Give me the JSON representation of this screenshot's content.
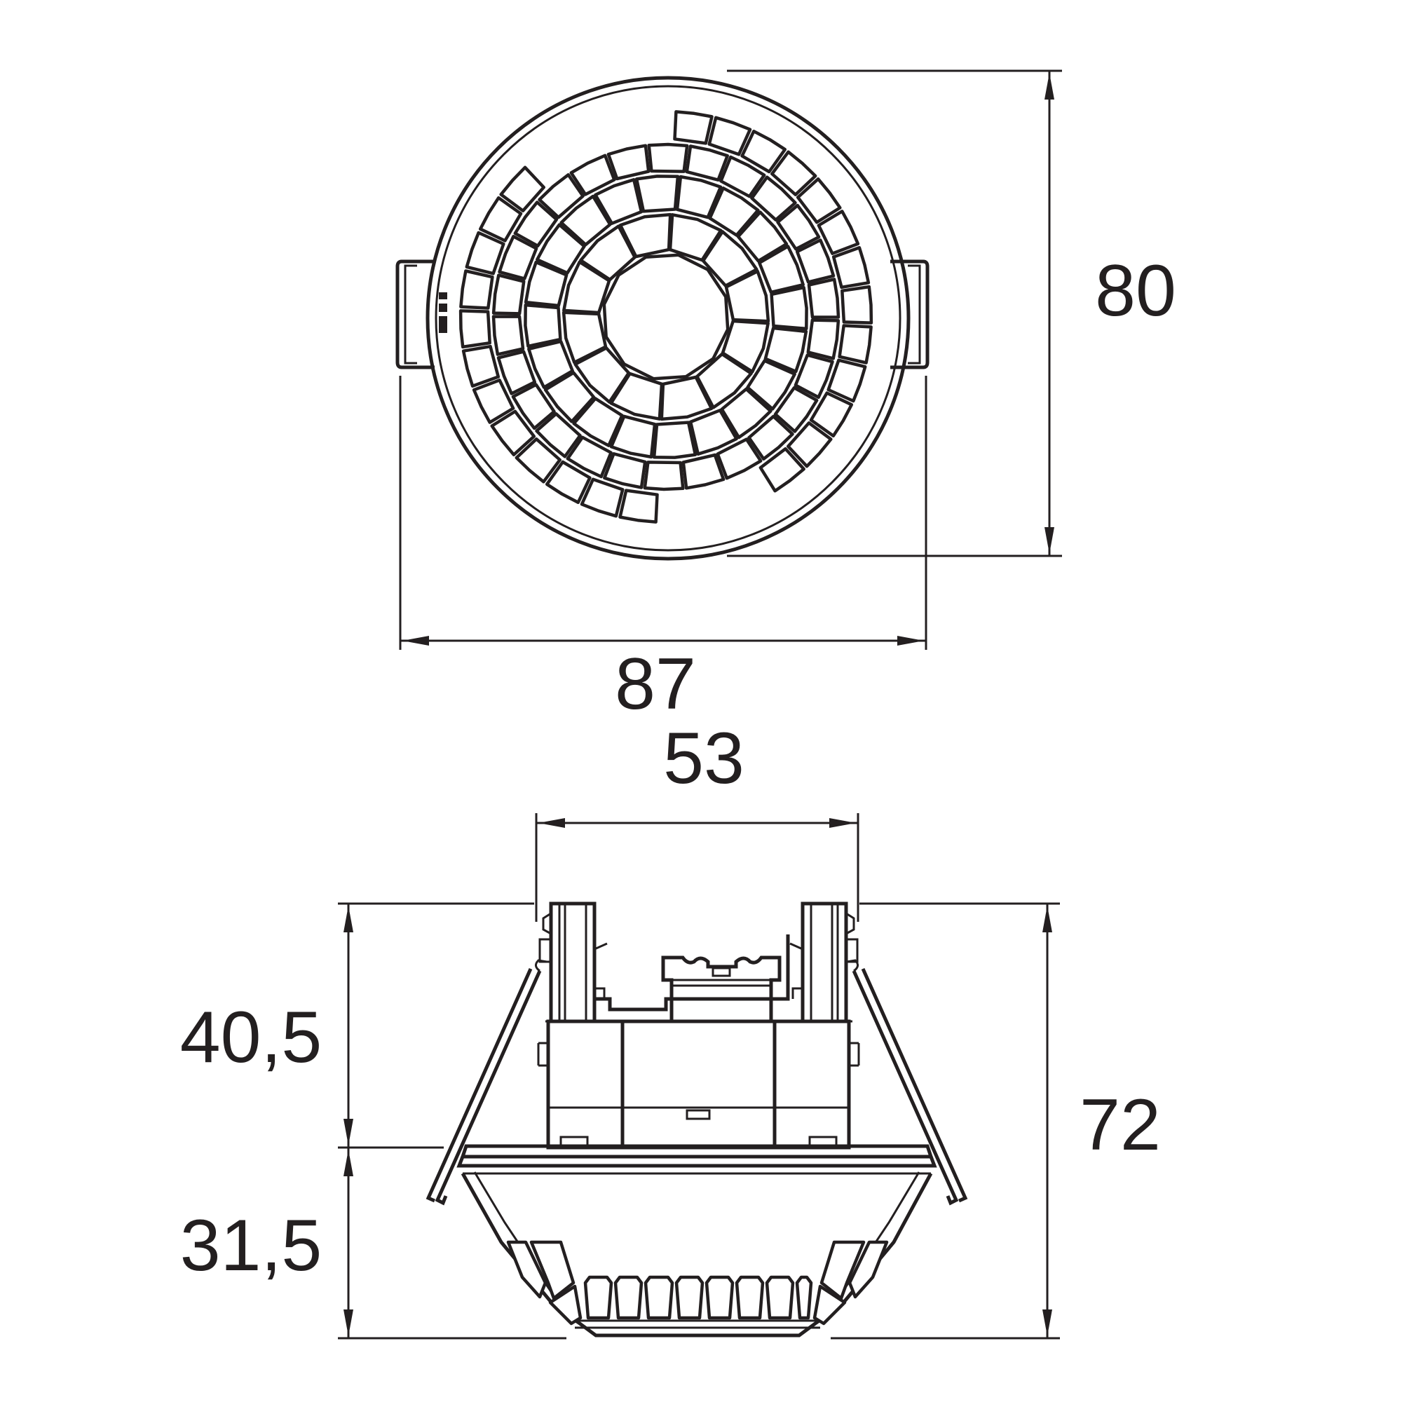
{
  "drawing": {
    "stroke_color": "#231f20",
    "background": "#ffffff",
    "top_view": {
      "dimensions": {
        "height": "80",
        "width": "87"
      },
      "lens_rings": [
        {
          "segments": 12
        },
        {
          "segments": 20
        },
        {
          "segments": 26
        },
        {
          "segments": 32
        }
      ]
    },
    "side_view": {
      "dimensions": {
        "top_width": "53",
        "upper_height": "40,5",
        "lower_height": "31,5",
        "total_height": "72"
      }
    }
  }
}
